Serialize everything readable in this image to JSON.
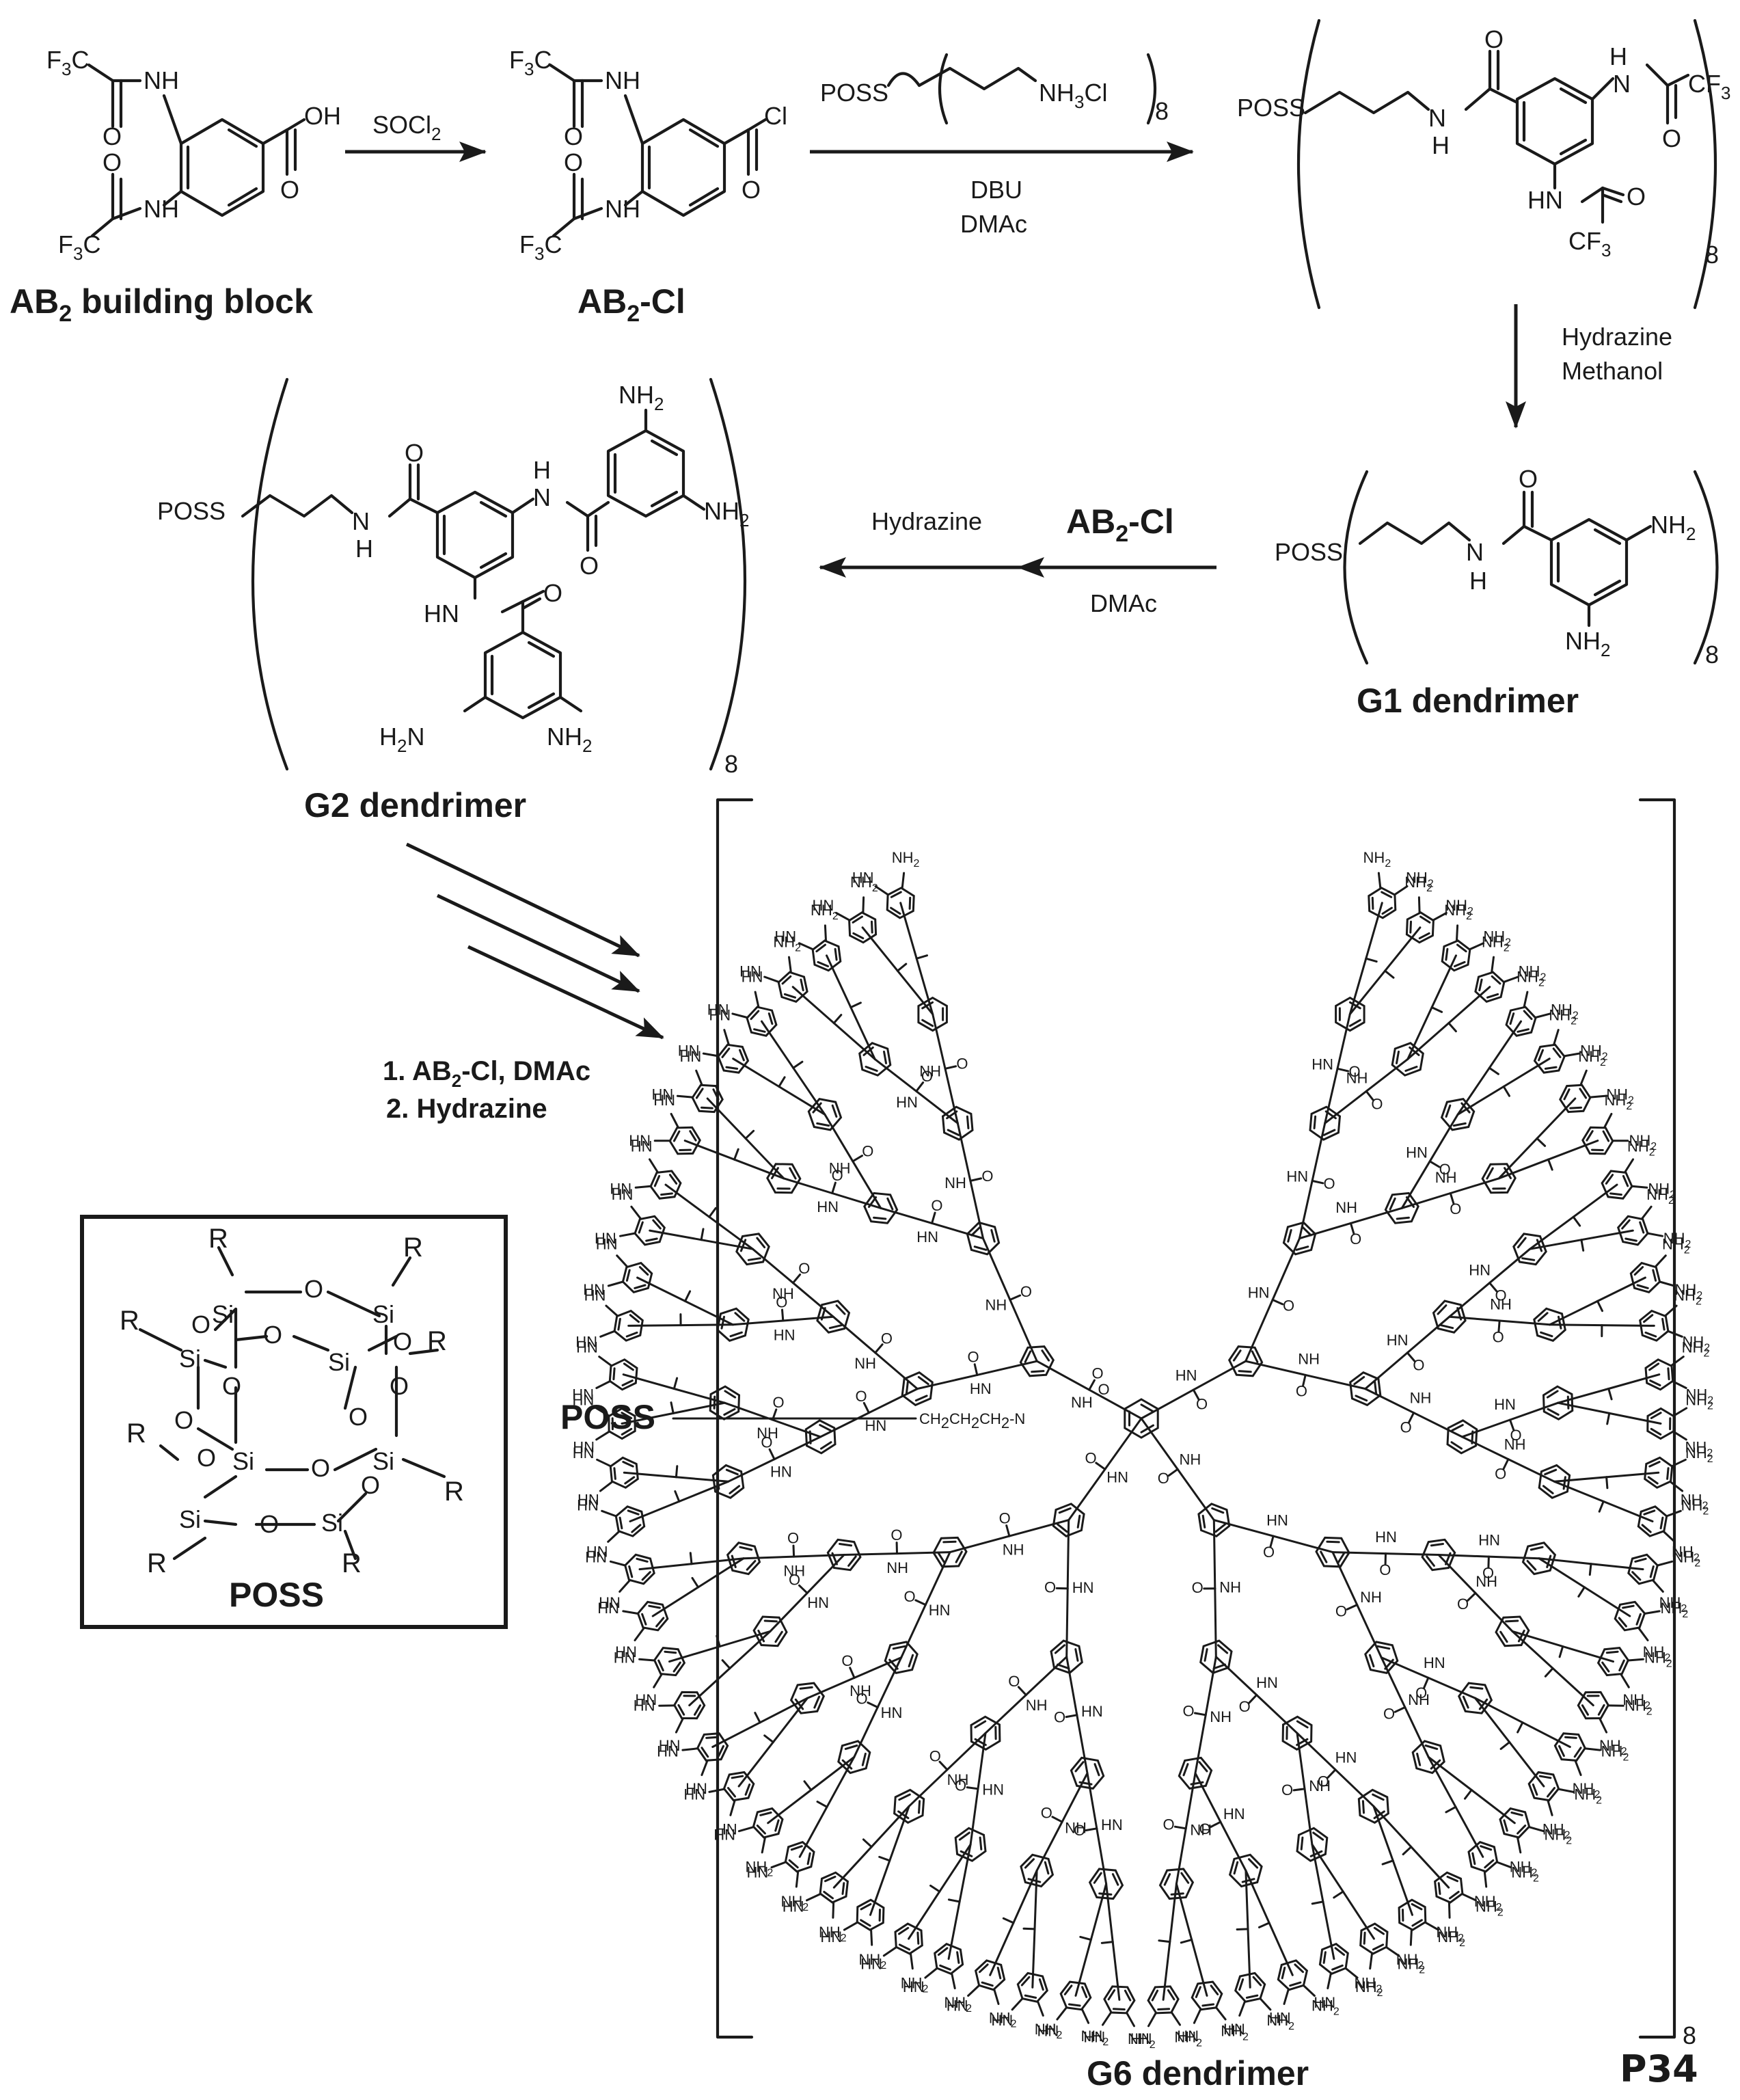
{
  "labels": {
    "ab2_building_block": "AB",
    "ab2_building_block_sub": "2",
    "ab2_building_block_tail": " building block",
    "ab2_cl": "AB",
    "ab2_cl_sub": "2",
    "ab2_cl_tail": "-Cl",
    "g1": "G1 dendrimer",
    "g2": "G2 dendrimer",
    "g6": "G6 dendrimer",
    "poss_box": "POSS",
    "poss_link": "POSS",
    "panel_id": "P34"
  },
  "reagents": {
    "step1": "SOCl",
    "step1_sub": "2",
    "step2_top": "POSS",
    "step2_amine": "NH",
    "step2_amine_sub": "3",
    "step2_amine_tail": "Cl",
    "step2_count": "8",
    "step2_base": "DBU",
    "step2_solvent": "DMAc",
    "step3_a": "Hydrazine",
    "step3_b": "Methanol",
    "step4_top_a": "Hydrazine",
    "step4_top_b": "AB",
    "step4_top_b_sub": "2",
    "step4_top_b_tail": "-Cl",
    "step4_bottom": "DMAc",
    "step5_line1": "1. AB",
    "step5_line1_sub": "2",
    "step5_line1_tail": "-Cl, DMAc",
    "step5_line2": "2. Hydrazine"
  },
  "atoms": {
    "F3C": "F",
    "F3C_sub": "3",
    "F3C_tail": "C",
    "CF3": "CF",
    "CF3_sub": "3",
    "NH": "NH",
    "HN": "HN",
    "N": "N",
    "H": "H",
    "O": "O",
    "OH": "OH",
    "Cl": "Cl",
    "NH2": "NH",
    "NH2_sub": "2",
    "H2N": "H",
    "H2N_sub": "2",
    "H2N_tail": "N",
    "POSS": "POSS",
    "Si": "Si",
    "R": "R",
    "chain": "CH",
    "chain_sub": "2",
    "chain_mid": "CH",
    "chain_end": "N",
    "count8": "8"
  }
}
